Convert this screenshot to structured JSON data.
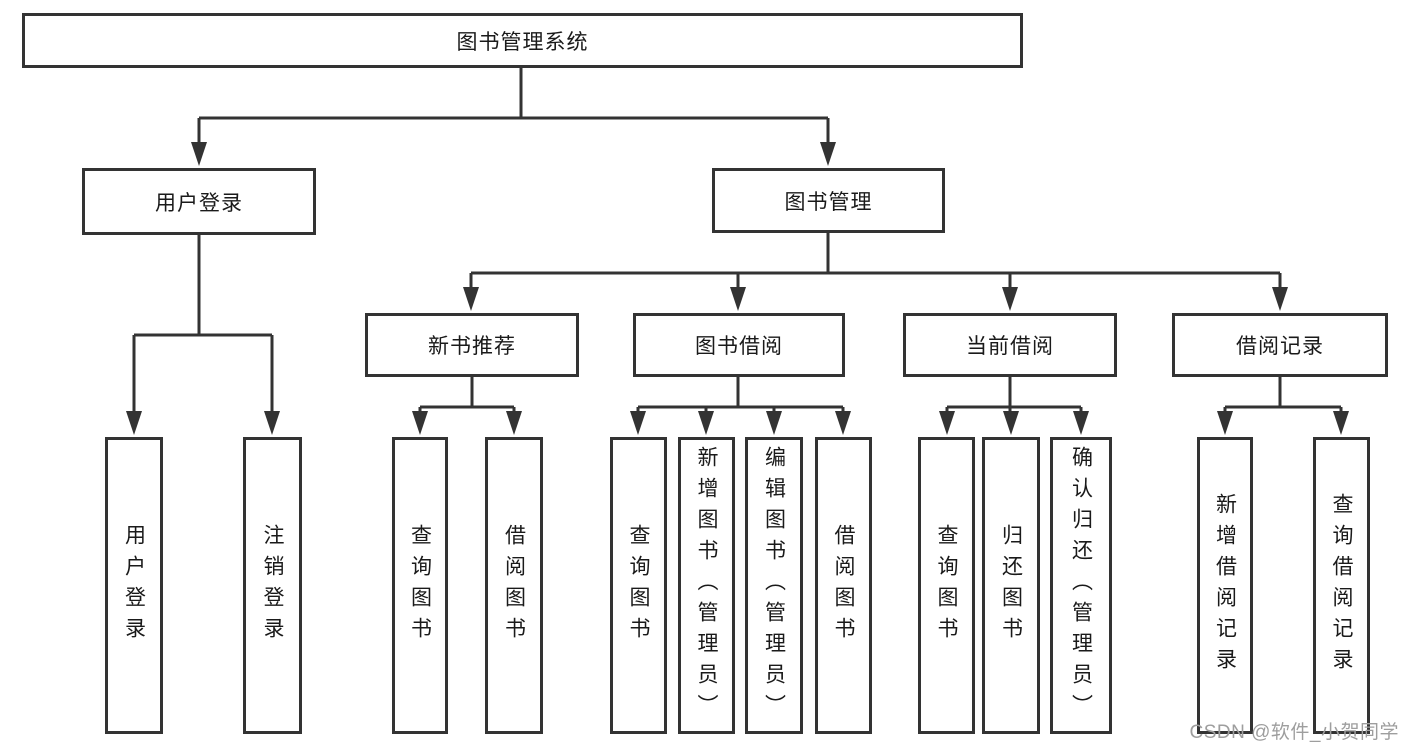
{
  "diagram": {
    "colors": {
      "line": "#333333",
      "border": "#333333",
      "text": "#1a1a1a",
      "background": "#ffffff",
      "watermark_color": "#9e9e9e"
    },
    "tree": {
      "label": "图书管理系统",
      "children": [
        {
          "label": "用户登录",
          "children": [
            {
              "label": "用户登录"
            },
            {
              "label": "注销登录"
            }
          ]
        },
        {
          "label": "图书管理",
          "children": [
            {
              "label": "新书推荐",
              "children": [
                {
                  "label": "查询图书"
                },
                {
                  "label": "借阅图书"
                }
              ]
            },
            {
              "label": "图书借阅",
              "children": [
                {
                  "label": "查询图书"
                },
                {
                  "label": "新增图书（管理员）"
                },
                {
                  "label": "编辑图书（管理员）"
                },
                {
                  "label": "借阅图书"
                }
              ]
            },
            {
              "label": "当前借阅",
              "children": [
                {
                  "label": "查询图书"
                },
                {
                  "label": "归还图书"
                },
                {
                  "label": "确认归还（管理员）"
                }
              ]
            },
            {
              "label": "借阅记录",
              "children": [
                {
                  "label": "新增借阅记录"
                },
                {
                  "label": "查询借阅记录"
                }
              ]
            }
          ]
        }
      ]
    },
    "watermark": "CSDN @软件_小贺同学"
  }
}
